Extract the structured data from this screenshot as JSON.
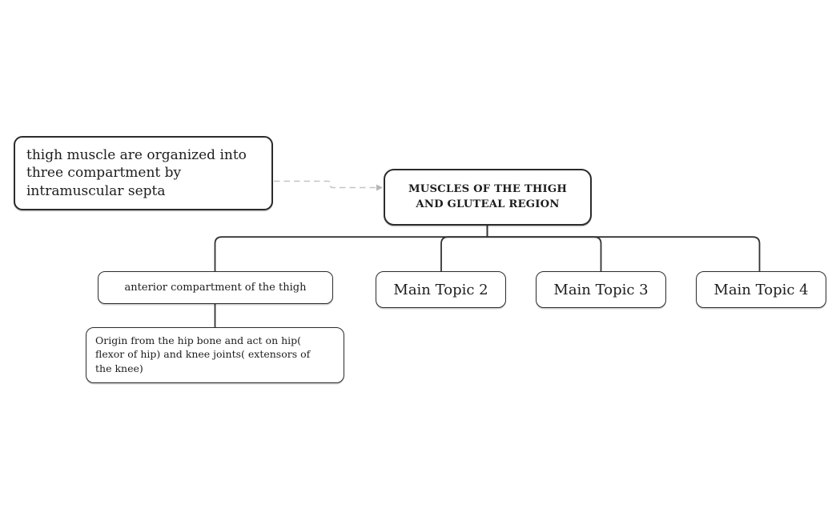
{
  "colors": {
    "canvas_bg": "#ffffff",
    "topic_fill": "#ffffff",
    "topic_border": "#2b2b2b",
    "text": "#1d1d1d",
    "connector": "#333333",
    "floating_link": "#c5c5c5"
  },
  "mindmap": {
    "central_topic": "MUSCLES OF THE THIGH\nAND GLUTEAL REGION",
    "floating_topic": "thigh muscle are organized into\nthree compartment by\nintramuscular septa",
    "branches": [
      {
        "topic": "anterior compartment of the thigh",
        "subtopics": [
          "Origin from the hip bone and act on hip(\nflexor of hip) and knee joints( extensors of\nthe knee)"
        ]
      },
      {
        "topic": "Main Topic 2",
        "subtopics": []
      },
      {
        "topic": "Main Topic 3",
        "subtopics": []
      },
      {
        "topic": "Main Topic 4",
        "subtopics": []
      }
    ]
  }
}
